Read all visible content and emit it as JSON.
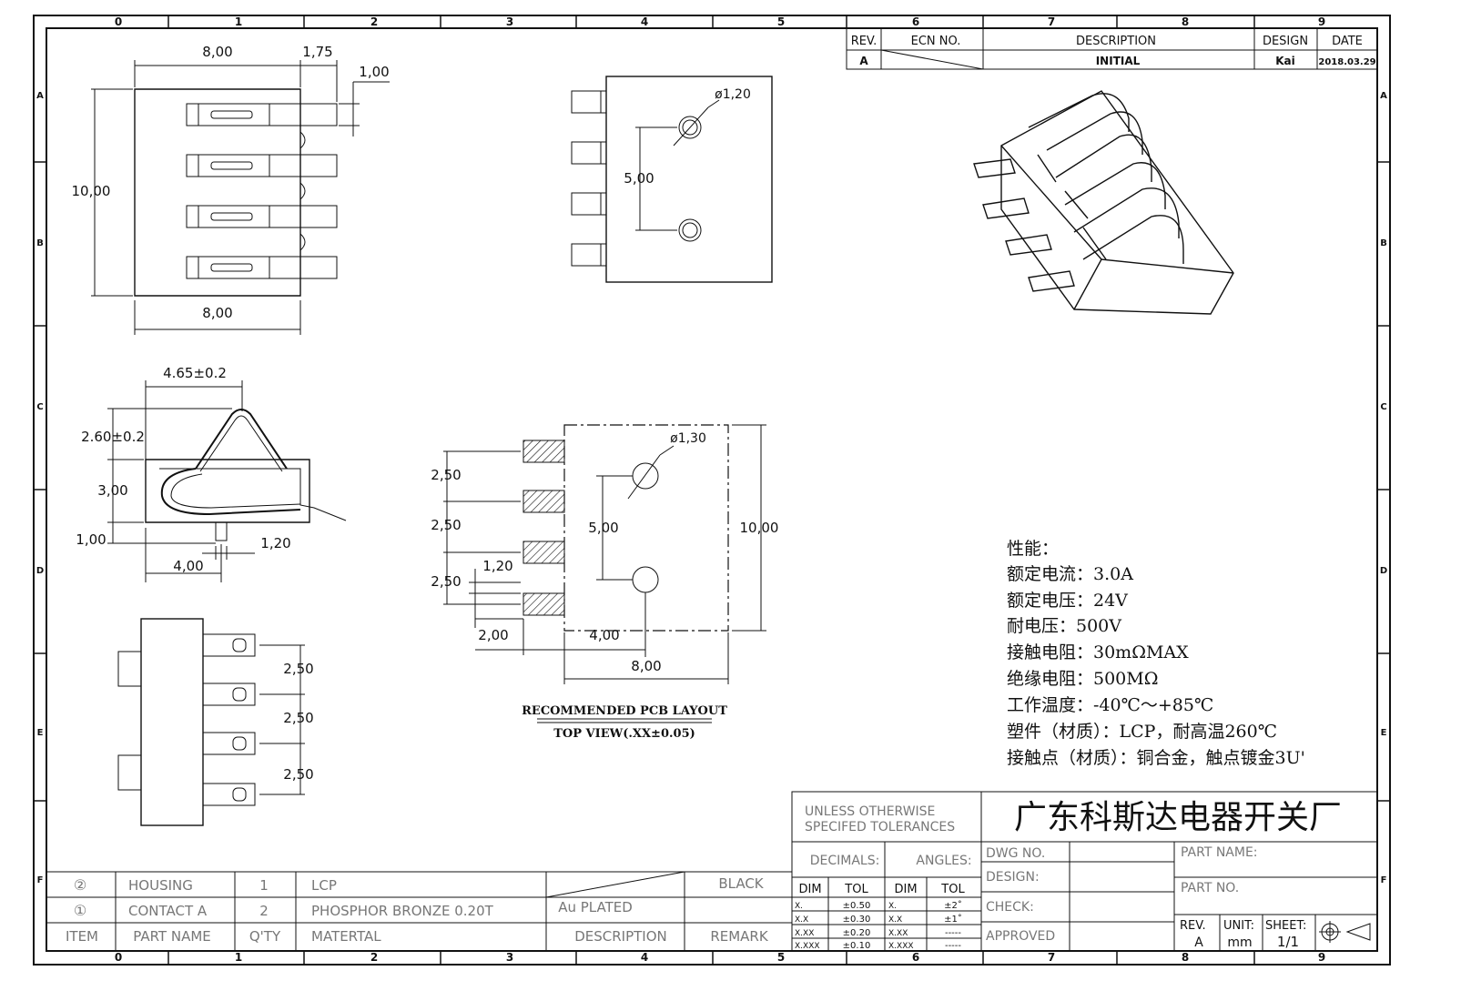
{
  "zones": {
    "columns": [
      "0",
      "1",
      "2",
      "3",
      "4",
      "5",
      "6",
      "7",
      "8",
      "9"
    ],
    "rows": [
      "A",
      "B",
      "C",
      "D",
      "E",
      "F"
    ]
  },
  "revision_block": {
    "headers": {
      "rev": "REV.",
      "ecn": "ECN NO.",
      "description": "DESCRIPTION",
      "design": "DESIGN",
      "date": "DATE"
    },
    "row": {
      "rev": "A",
      "ecn": "",
      "description": "INITIAL",
      "design": "Kai",
      "date": "2018.03.29"
    }
  },
  "top_view_dims": {
    "width": "8,00",
    "pitch_extra": "1,75",
    "lead_width": "1,00",
    "height": "10,00",
    "bottom_width": "8,00"
  },
  "bottom_view_dims": {
    "hole_dia": "ø1,20",
    "hole_spacing": "5,00"
  },
  "side_view_dims": {
    "contact_span": "4.65±0.2",
    "contact_height": "2.60±0.2",
    "body_height": "3,00",
    "post_height": "1,00",
    "post_offset": "4,00",
    "post_dia": "1,20"
  },
  "front_view_dims": {
    "pitch1": "2,50",
    "pitch2": "2,50",
    "pitch3": "2,50"
  },
  "pcb_layout": {
    "hole_dia": "ø1,30",
    "hole_spacing": "5,00",
    "height": "10,00",
    "pad_pitch1": "2,50",
    "pad_pitch2": "2,50",
    "pad_pitch3": "2,50",
    "pad_width": "1,20",
    "pad_length": "2,00",
    "hole_offset": "4,00",
    "width": "8,00",
    "title": "RECOMMENDED PCB LAYOUT",
    "subtitle": "TOP VIEW(.XX±0.05)"
  },
  "specs": {
    "heading": "性能：",
    "lines": [
      "额定电流：3.0A",
      "额定电压：24V",
      "耐电压：500V",
      "接触电阻：30mΩMAX",
      "绝缘电阻：500MΩ",
      "工作温度：-40℃～+85℃",
      "塑件（材质）：LCP，耐高温260℃",
      "接触点（材质）：铜合金，触点镀金3U'"
    ]
  },
  "tolerances": {
    "heading1": "UNLESS OTHERWISE",
    "heading2": "SPECIFED TOLERANCES",
    "decimals": "DECIMALS:",
    "angles": "ANGLES:",
    "dim": "DIM",
    "tol": "TOL",
    "decimal_rows": [
      [
        "X.",
        "±0.50"
      ],
      [
        "X.X",
        "±0.30"
      ],
      [
        "X.XX",
        "±0.20"
      ],
      [
        "X.XXX",
        "±0.10"
      ]
    ],
    "angle_rows": [
      [
        "X.",
        "±2˚"
      ],
      [
        "X.X",
        "±1˚"
      ],
      [
        "X.XX",
        "-----"
      ],
      [
        "X.XXX",
        "-----"
      ]
    ]
  },
  "title_block": {
    "company": "广东科斯达电器开关厂",
    "dwg_no": "DWG NO.",
    "design": "DESIGN:",
    "check": "CHECK:",
    "approved": "APPROVED",
    "part_name": "PART NAME:",
    "part_no": "PART NO.",
    "rev_label": "REV.",
    "rev_value": "A",
    "unit_label": "UNIT:",
    "unit_value": "mm",
    "sheet_label": "SHEET:",
    "sheet_value": "1/1"
  },
  "bom": {
    "headers": {
      "item": "ITEM",
      "part_name": "PART NAME",
      "qty": "Q'TY",
      "material": "MATERTAL",
      "description": "DESCRIPTION",
      "remark": "REMARK"
    },
    "rows": [
      {
        "item": "②",
        "part_name": "HOUSING",
        "qty": "1",
        "material": "LCP",
        "description": "",
        "remark": "BLACK"
      },
      {
        "item": "①",
        "part_name": "CONTACT A",
        "qty": "2",
        "material": "PHOSPHOR BRONZE 0.20T",
        "description": "Au PLATED",
        "remark": ""
      }
    ]
  }
}
